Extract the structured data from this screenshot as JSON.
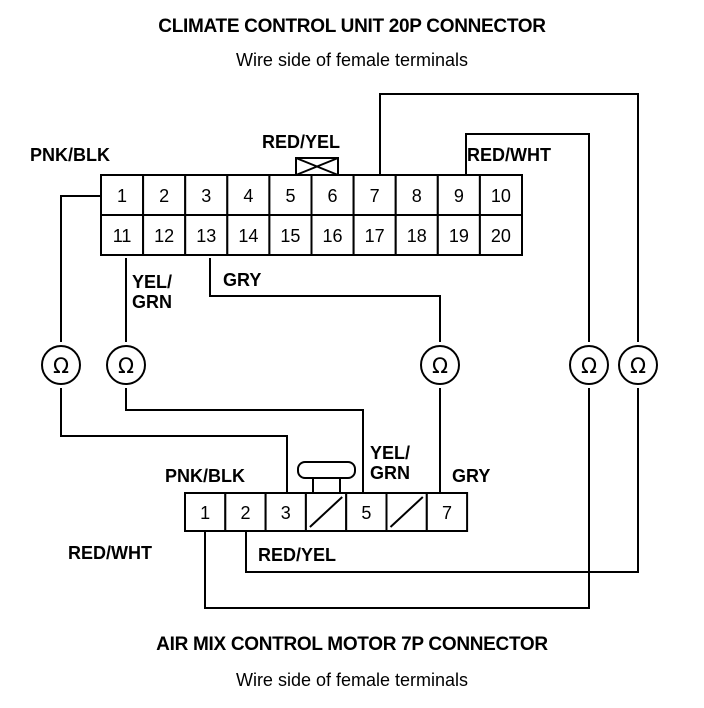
{
  "top_connector": {
    "title": "CLIMATE CONTROL UNIT 20P CONNECTOR",
    "subtitle": "Wire side of female terminals",
    "row1": [
      "1",
      "2",
      "3",
      "4",
      "5",
      "6",
      "7",
      "8",
      "9",
      "10"
    ],
    "row2": [
      "11",
      "12",
      "13",
      "14",
      "15",
      "16",
      "17",
      "18",
      "19",
      "20"
    ]
  },
  "bottom_connector": {
    "title": "AIR MIX CONTROL MOTOR 7P CONNECTOR",
    "subtitle": "Wire side of female terminals",
    "cells": [
      "1",
      "2",
      "3",
      "",
      "5",
      "",
      "7"
    ]
  },
  "wire_labels": {
    "top_pnk_blk": "PNK/BLK",
    "top_red_yel": "RED/YEL",
    "top_red_wht": "RED/WHT",
    "top_yel_grn": "YEL/\nGRN",
    "top_gry": "GRY",
    "bottom_pnk_blk": "PNK/BLK",
    "bottom_yel_grn": "YEL/\nGRN",
    "bottom_gry": "GRY",
    "bottom_red_wht": "RED/WHT",
    "bottom_red_yel": "RED/YEL"
  },
  "ohmmeter_symbol": "Ω",
  "ohmmeters": [
    {
      "name": "ohmmeter-1-to-1"
    },
    {
      "name": "ohmmeter-11-to-3"
    },
    {
      "name": "ohmmeter-13-to-7"
    },
    {
      "name": "ohmmeter-9-to-1"
    },
    {
      "name": "ohmmeter-7-to-2"
    }
  ]
}
